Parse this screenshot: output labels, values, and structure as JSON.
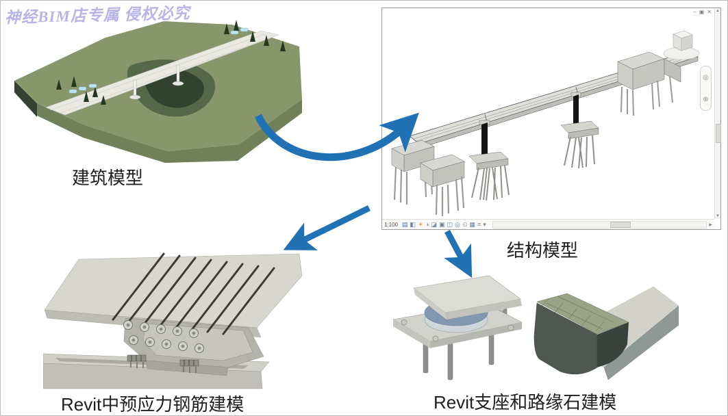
{
  "watermark": {
    "text": "神经BIM店专属 侵权必究"
  },
  "panels": {
    "architecture": {
      "label": "建筑模型"
    },
    "structure": {
      "label": "结构模型"
    },
    "tendon": {
      "label": "Revit中预应力钢筋建模"
    },
    "bearing_curb": {
      "label": "Revit支座和路缘石建模"
    }
  },
  "viewport": {
    "scale": "1:100",
    "window_icons": [
      {
        "name": "minimize",
        "glyph": "–"
      },
      {
        "name": "restore",
        "glyph": "▣"
      },
      {
        "name": "close",
        "glyph": "✕"
      }
    ],
    "navbar": {
      "wheel_glyph": "◎",
      "zoom_glyph": "⊕"
    },
    "scroll": {
      "up_glyph": "▲",
      "down_glyph": "▼",
      "right_glyph": "▶"
    },
    "view_bar_icons": [
      {
        "name": "detail-level",
        "glyph": "▤",
        "color": "#4a6fa5"
      },
      {
        "name": "visual-style",
        "glyph": "◧",
        "color": "#5b87b5"
      },
      {
        "name": "sun-path",
        "glyph": "☀",
        "color": "#d9992b"
      },
      {
        "name": "shadows",
        "glyph": "◑",
        "color": "#8a8a86"
      },
      {
        "name": "rendering",
        "glyph": "◪",
        "color": "#7b8ea3"
      },
      {
        "name": "crop-view",
        "glyph": "▣",
        "color": "#6b7f94"
      },
      {
        "name": "crop-region",
        "glyph": "◫",
        "color": "#6b7f94"
      },
      {
        "name": "hide-isolate",
        "glyph": "◎",
        "color": "#5b87b5"
      },
      {
        "name": "reveal-hidden",
        "glyph": "⊙",
        "color": "#8a8a86"
      },
      {
        "name": "view-properties",
        "glyph": "▦",
        "color": "#6b7f94"
      },
      {
        "name": "displacement",
        "glyph": "≡",
        "color": "#8a8a86"
      },
      {
        "name": "more",
        "glyph": "▾",
        "color": "#8a8a86"
      }
    ]
  },
  "colors": {
    "arrow_blue": "#2171b5",
    "watermark_purple": "#b9b4e6",
    "label_black": "#1f1f1f",
    "viewport_border": "#9b9b9b",
    "terrain_top": "#87966b",
    "terrain_front": "#70815a",
    "terrain_side_dark": "#33412f",
    "valley_green": "#55684a",
    "road_gray": "#eae9e1",
    "tree_green": "#24381f",
    "model_gray": "#e0e0da",
    "model_edge": "#51515a",
    "pier_black": "#141414",
    "curb_dark": "#4e5851",
    "curb_top_moss": "#9aa287",
    "bearing_pot_blue": "#8398b0"
  }
}
